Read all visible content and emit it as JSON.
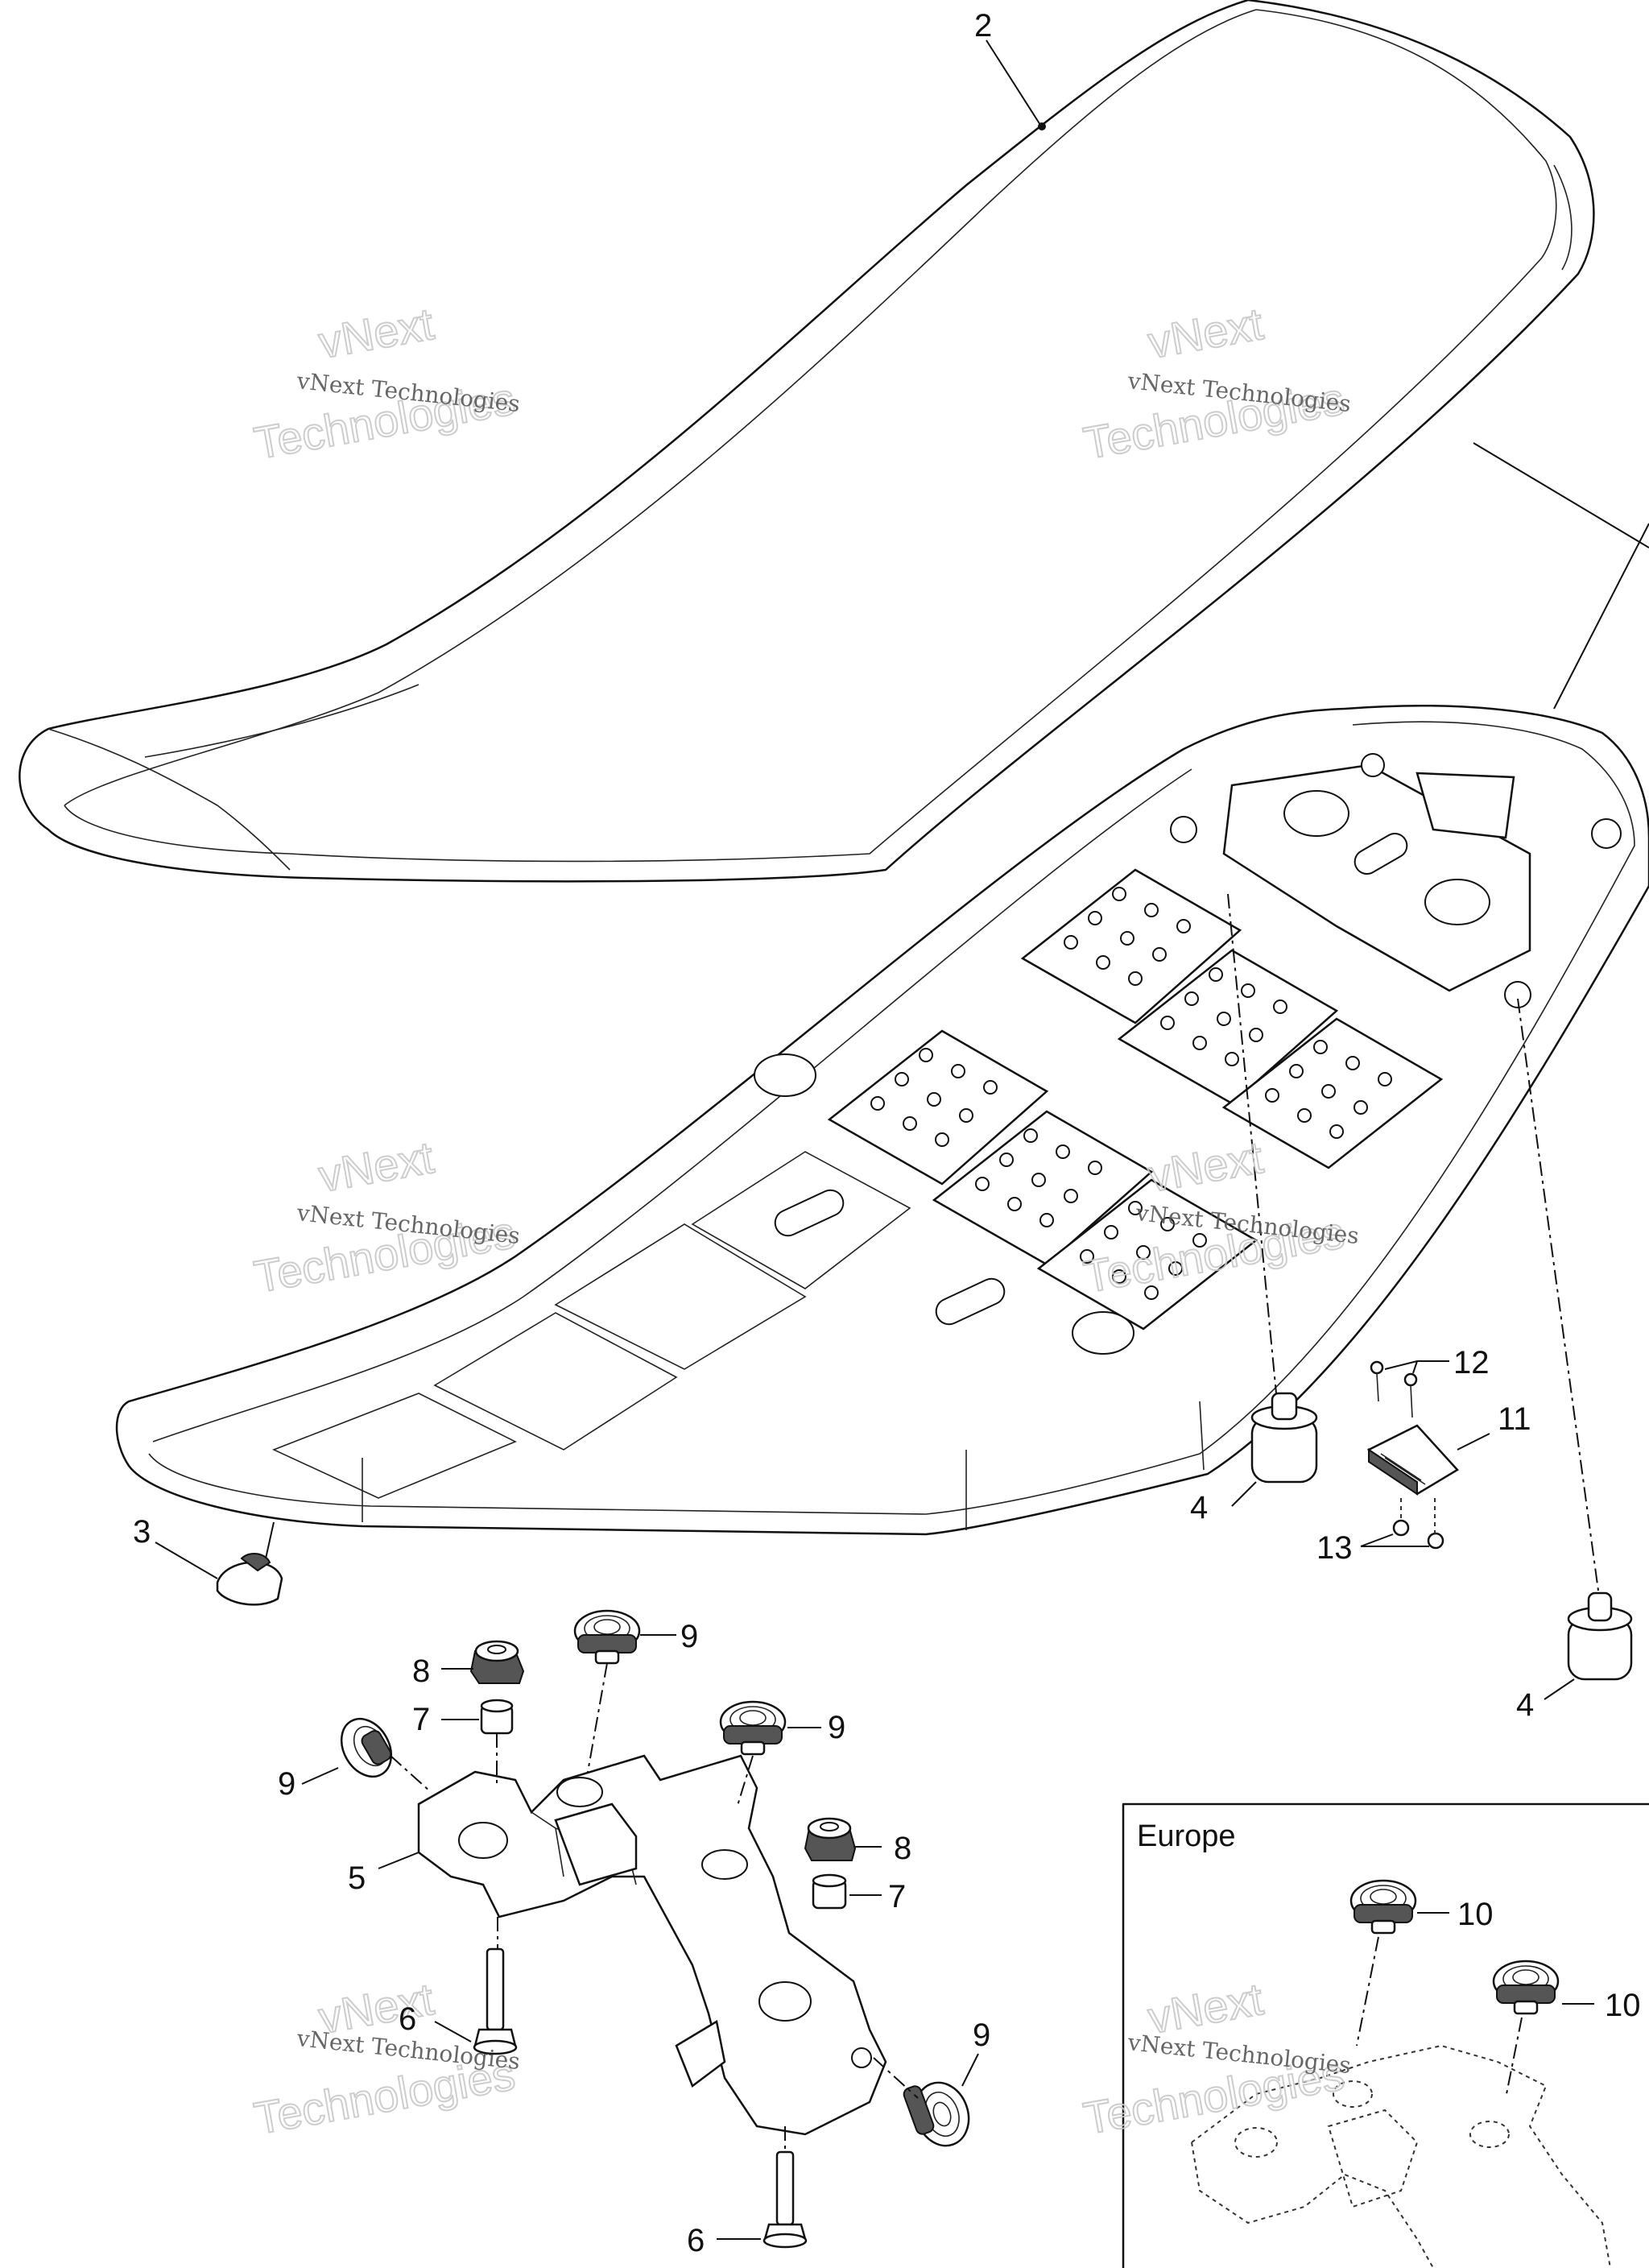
{
  "callouts": {
    "c2": "2",
    "c3": "3",
    "c4a": "4",
    "c4b": "4",
    "c5": "5",
    "c6a": "6",
    "c6b": "6",
    "c7a": "7",
    "c7b": "7",
    "c8a": "8",
    "c8b": "8",
    "c9a": "9",
    "c9b": "9",
    "c9c": "9",
    "c9d": "9",
    "c10a": "10",
    "c10b": "10",
    "c11": "11",
    "c12": "12",
    "c13": "13"
  },
  "inset": {
    "title": "Europe"
  },
  "watermark": {
    "line_small": "vNext Technologies",
    "line_big_1": "vNext",
    "line_big_2": "Technologies"
  },
  "colors": {
    "line": "#111111",
    "watermark": "#c8c8c8",
    "background": "#ffffff"
  }
}
